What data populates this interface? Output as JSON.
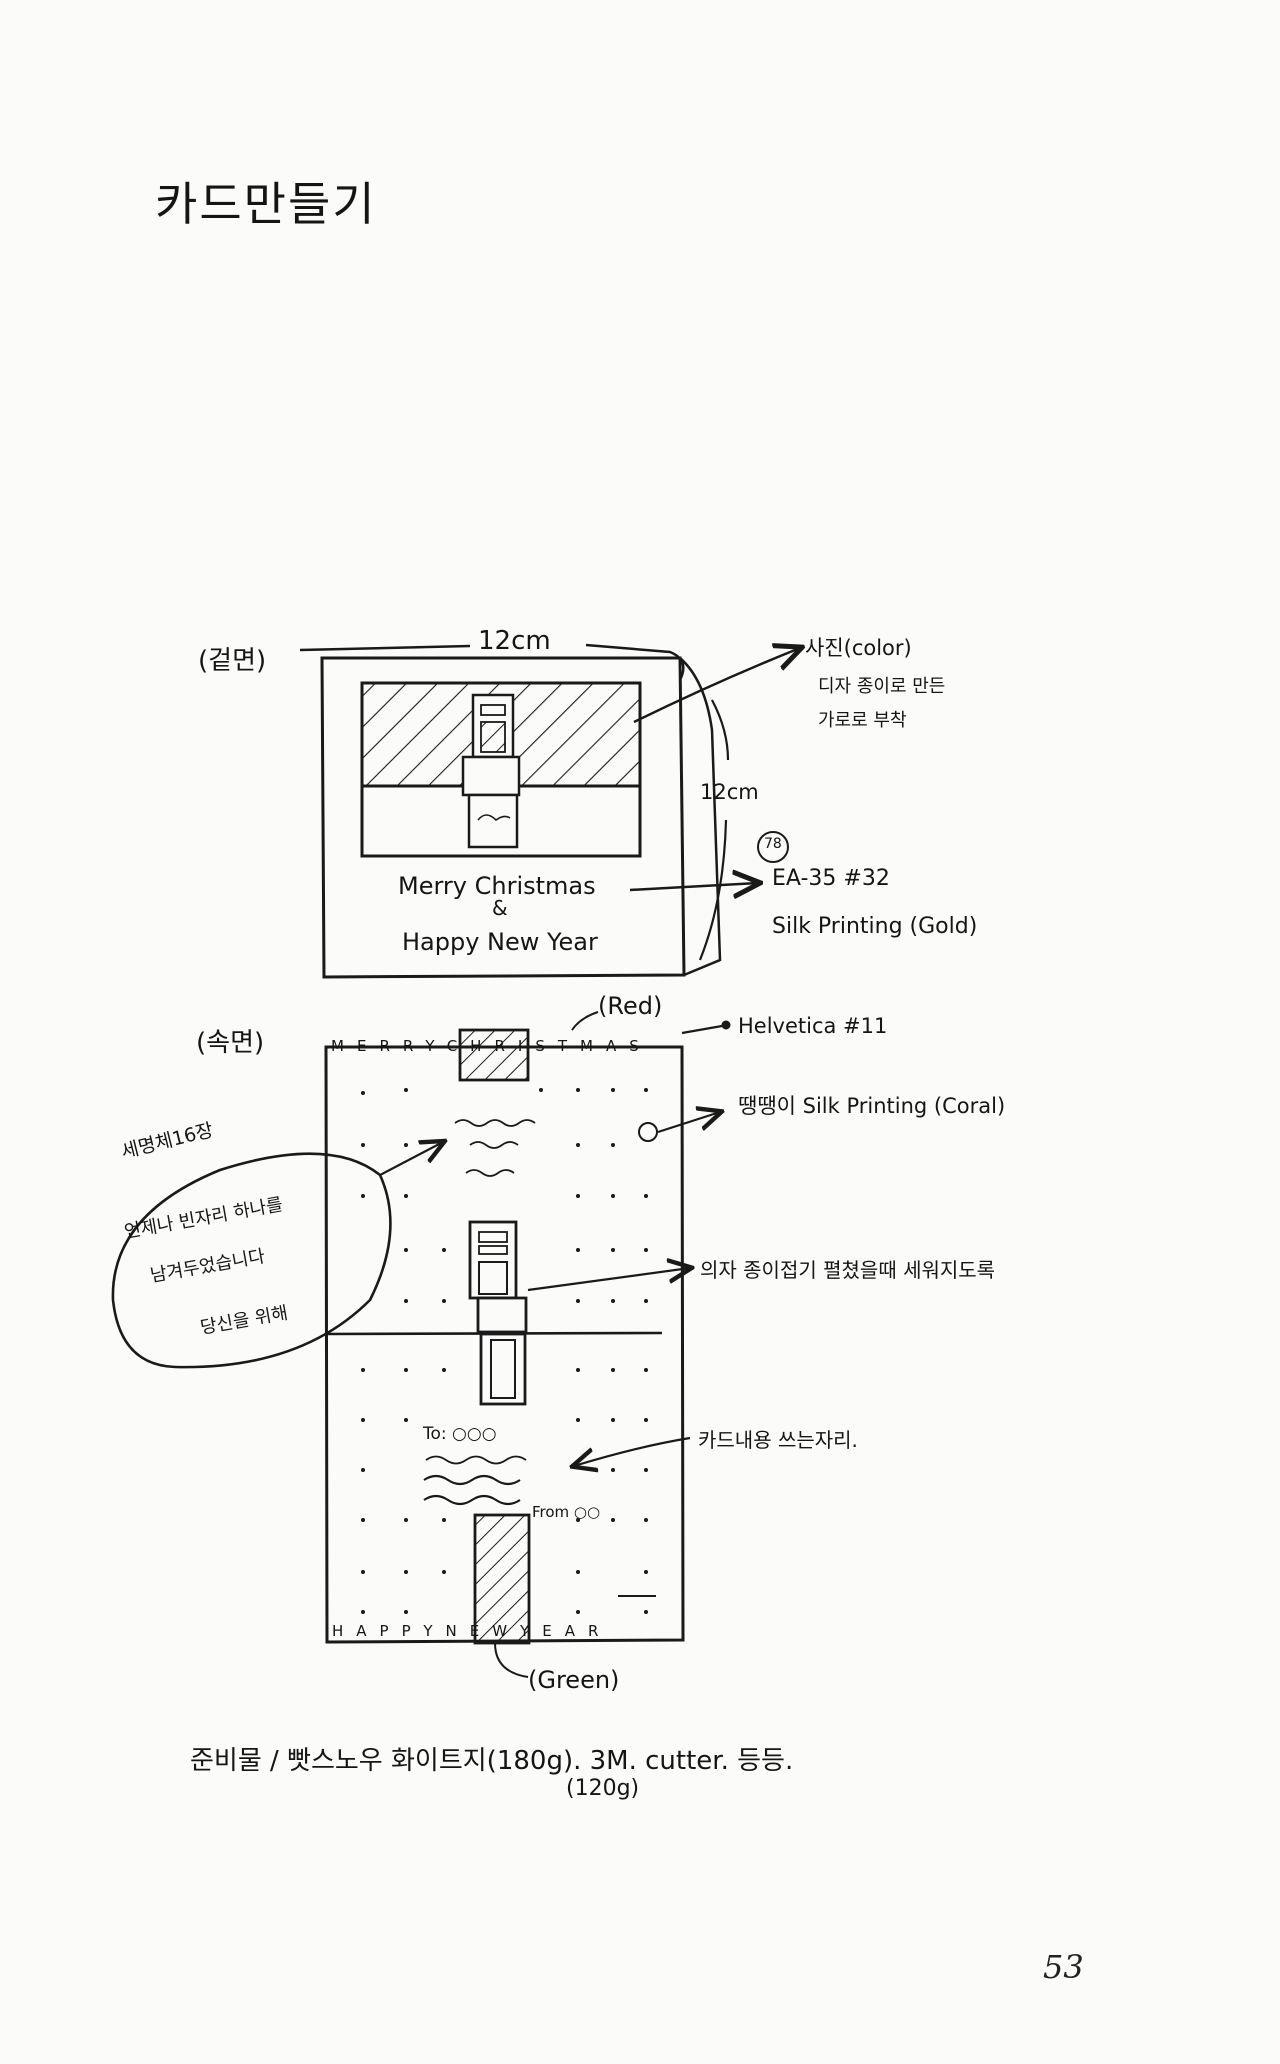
{
  "title": "카드만들기",
  "front": {
    "label": "(겉면)",
    "width": "12cm",
    "height": "12cm",
    "photo_note": "사진(color)",
    "photo_note_sub1": "디자 종이로 만든",
    "photo_note_sub2": "가로로 부착",
    "greeting_line1": "Merry Christmas",
    "greeting_amp": "&",
    "greeting_line2": "Happy New Year",
    "paint_code": "EA-35  #32",
    "circled_num": "78",
    "print_note": "Silk Printing (Gold)"
  },
  "inside": {
    "label": "(속면)",
    "top_letters": [
      "M",
      "E",
      "R",
      "R",
      "Y",
      "C",
      "H",
      "R",
      "I",
      "S",
      "T",
      "M",
      "A",
      "S"
    ],
    "bottom_letters": [
      "H",
      "A",
      "P",
      "P",
      "Y",
      "N",
      "E",
      "W",
      "Y",
      "E",
      "A",
      "R"
    ],
    "red_label": "(Red)",
    "green_label": "(Green)",
    "font_note": "Helvetica  #11",
    "dots_note": "땡땡이 Silk Printing (Coral)",
    "chair_note": "의자 종이접기 펼쳤을때 세워지도록",
    "message_note": "카드내용 쓰는자리.",
    "bubble_head": "세명체16장",
    "bubble_line1": "언제나 빈자리 하나를",
    "bubble_line2": "남겨두었습니다",
    "bubble_line3": "당신을 위해",
    "to_text": "To: ○○○",
    "from_text": "From ○○"
  },
  "materials_line": "준비물 / 빳스노우 화이트지(180g). 3M. cutter. 등등.",
  "materials_sub": "(120g)",
  "page_number": "53"
}
